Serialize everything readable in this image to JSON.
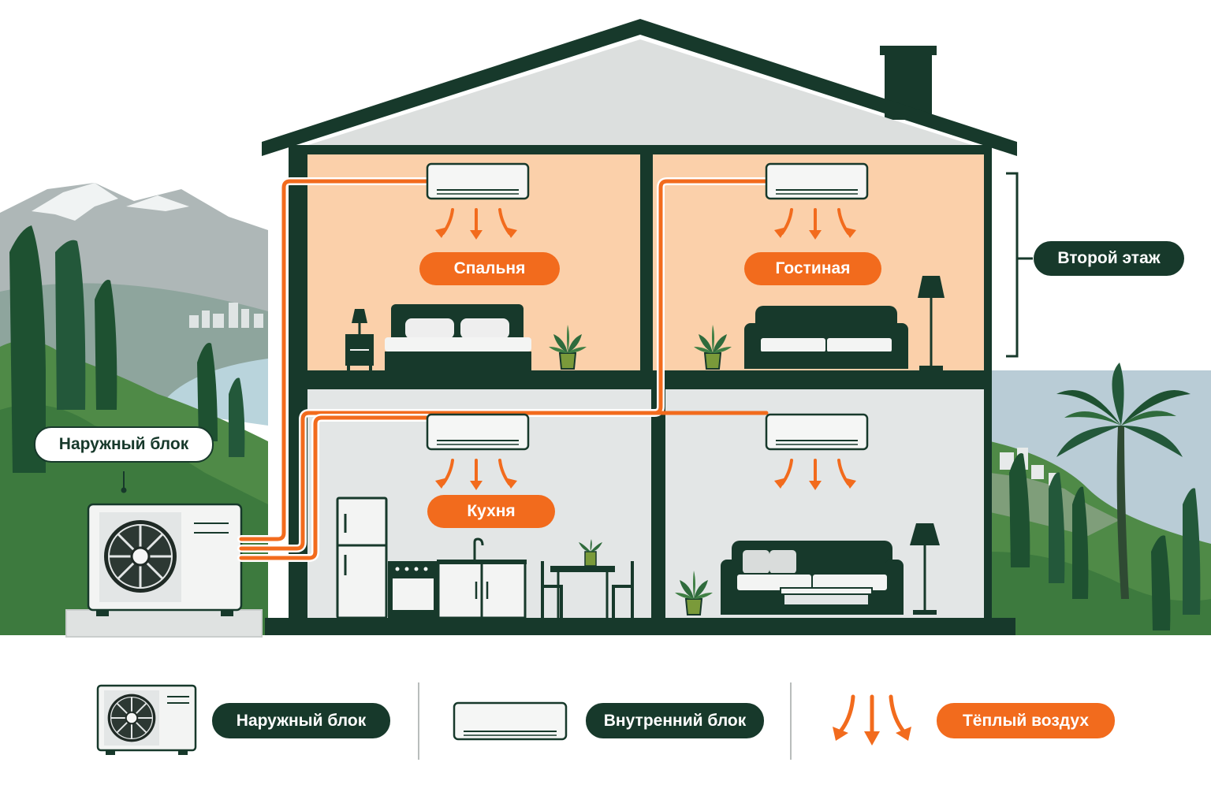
{
  "colors": {
    "accent": "#f26b1d",
    "dark": "#17392b",
    "warm_room": "#fbd0aa",
    "cool_room": "#e3e6e6",
    "roof": "#dcdfde"
  },
  "icons": [
    "mountain-icon",
    "cypress-icon",
    "palm-icon",
    "outdoor-unit-icon",
    "indoor-unit-icon",
    "warm-air-arrows-icon",
    "bed-icon",
    "sofa-icon",
    "plant-icon",
    "floor-lamp-icon",
    "nightstand-icon",
    "fridge-icon",
    "stove-icon",
    "dining-table-icon"
  ],
  "rooms": {
    "bedroom": "Спальня",
    "living_room": "Гостиная",
    "kitchen": "Кухня"
  },
  "callouts": {
    "outdoor_unit": "Наружный блок",
    "second_floor": "Второй этаж"
  },
  "legend": {
    "outdoor_unit": "Наружный блок",
    "indoor_unit": "Внутренний блок",
    "warm_air": "Тёплый воздух"
  }
}
